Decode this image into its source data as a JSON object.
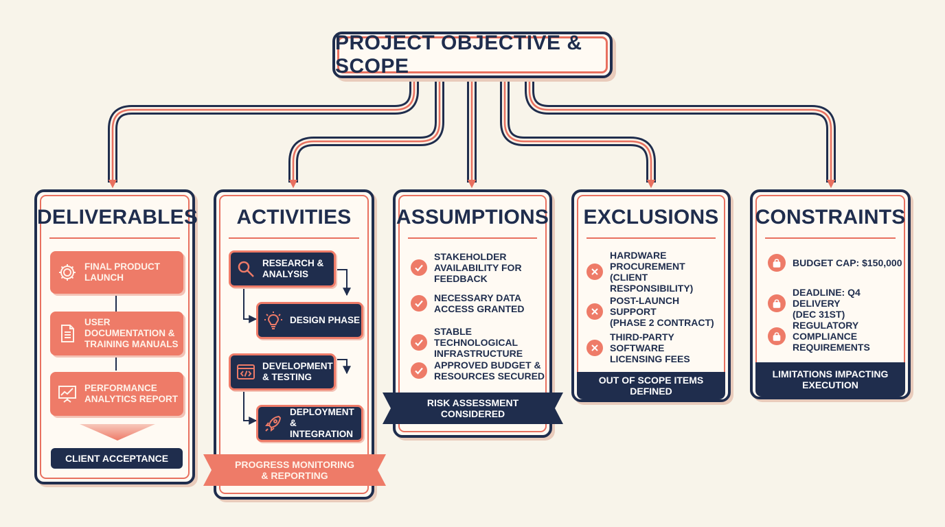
{
  "title": "PROJECT OBJECTIVE & SCOPE",
  "colors": {
    "navy": "#1f2d4d",
    "coral": "#ee7b68",
    "background": "#f8f4ea",
    "card": "#fffaf3"
  },
  "deliverables": {
    "heading": "DELIVERABLES",
    "items": [
      {
        "label": "FINAL PRODUCT\nLAUNCH",
        "icon": "gear-icon"
      },
      {
        "label": "USER\nDOCUMENTATION &\nTRAINING MANUALS",
        "icon": "document-icon"
      },
      {
        "label": "PERFORMANCE\nANALYTICS REPORT",
        "icon": "chart-icon"
      }
    ],
    "acceptance": "CLIENT ACCEPTANCE"
  },
  "activities": {
    "heading": "ACTIVITIES",
    "steps": [
      {
        "label": "RESEARCH &\nANALYSIS",
        "icon": "magnifier-icon"
      },
      {
        "label": "DESIGN PHASE",
        "icon": "lightbulb-icon"
      },
      {
        "label": "DEVELOPMENT\n& TESTING",
        "icon": "code-icon"
      },
      {
        "label": "DEPLOYMENT\n& INTEGRATION",
        "icon": "rocket-icon"
      }
    ],
    "ribbon": "PROGRESS MONITORING\n& REPORTING"
  },
  "assumptions": {
    "heading": "ASSUMPTIONS",
    "items": [
      "STAKEHOLDER\nAVAILABILITY FOR\nFEEDBACK",
      "NECESSARY DATA\nACCESS GRANTED",
      "STABLE TECHNOLOGICAL\nINFRASTRUCTURE",
      "APPROVED BUDGET &\nRESOURCES SECURED"
    ],
    "item_icon": "check-icon",
    "ribbon": "RISK ASSESSMENT\nCONSIDERED"
  },
  "exclusions": {
    "heading": "EXCLUSIONS",
    "items": [
      "HARDWARE\nPROCUREMENT\n(CLIENT RESPONSIBILITY)",
      "POST-LAUNCH SUPPORT\n(PHASE 2 CONTRACT)",
      "THIRD-PARTY SOFTWARE\nLICENSING FEES"
    ],
    "item_icon": "x-icon",
    "footer": "OUT OF SCOPE ITEMS DEFINED"
  },
  "constraints": {
    "heading": "CONSTRAINTS",
    "items": [
      "BUDGET CAP: $150,000",
      "DEADLINE: Q4 DELIVERY\n(DEC 31ST)",
      "REGULATORY\nCOMPLIANCE\nREQUIREMENTS"
    ],
    "item_icon": "lock-icon",
    "footer": "LIMITATIONS IMPACTING\nEXECUTION"
  }
}
